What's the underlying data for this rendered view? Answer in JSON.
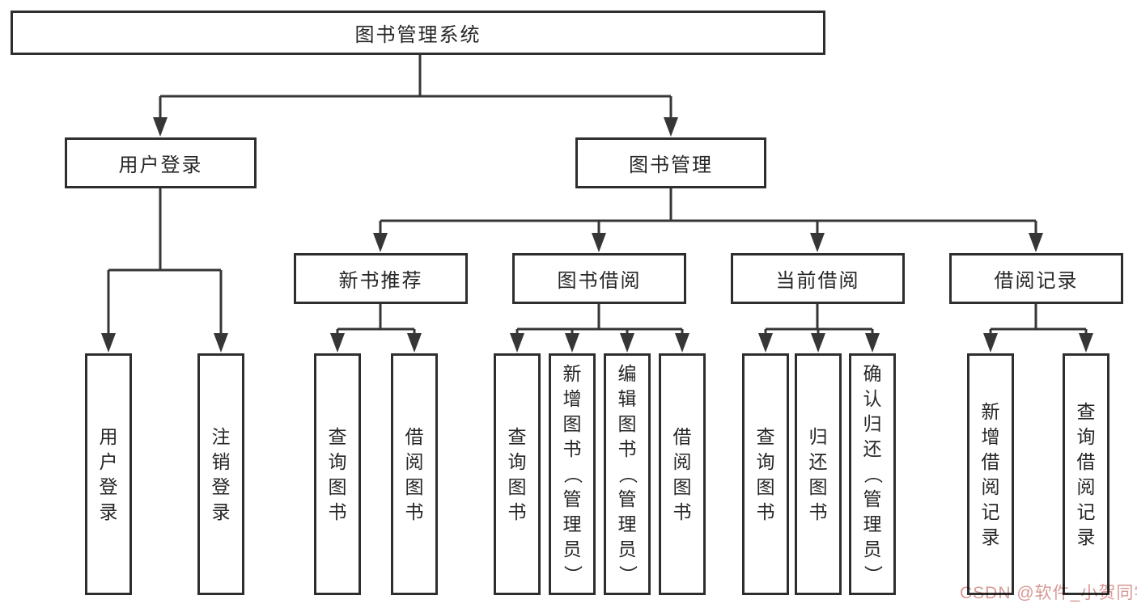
{
  "colors": {
    "line": "#363636",
    "box_border": "#2e2e2e",
    "text": "#262626",
    "watermark": "#d79a96",
    "background": "#ffffff"
  },
  "tree": {
    "root": {
      "label": "图书管理系统"
    },
    "branches": [
      {
        "label": "用户登录",
        "children": [
          {
            "label": "用户登录"
          },
          {
            "label": "注销登录"
          }
        ]
      },
      {
        "label": "图书管理",
        "groups": [
          {
            "label": "新书推荐",
            "children": [
              {
                "label": "查询图书"
              },
              {
                "label": "借阅图书"
              }
            ]
          },
          {
            "label": "图书借阅",
            "children": [
              {
                "label": "查询图书"
              },
              {
                "label": "新增图书（管理员）"
              },
              {
                "label": "编辑图书（管理员）"
              },
              {
                "label": "借阅图书"
              }
            ]
          },
          {
            "label": "当前借阅",
            "children": [
              {
                "label": "查询图书"
              },
              {
                "label": "归还图书"
              },
              {
                "label": "确认归还（管理员）"
              }
            ]
          },
          {
            "label": "借阅记录",
            "children": [
              {
                "label": "新增借阅记录"
              },
              {
                "label": "查询借阅记录"
              }
            ]
          }
        ]
      }
    ]
  },
  "watermark": {
    "text": "CSDN @软件_小贺同学"
  }
}
